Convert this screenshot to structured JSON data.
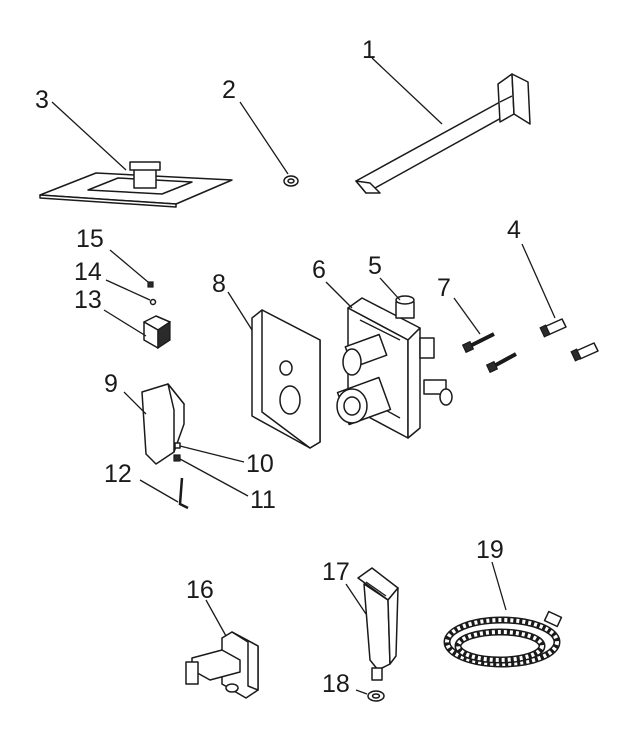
{
  "diagram": {
    "parts": [
      {
        "number": "1",
        "shape": "shower-arm"
      },
      {
        "number": "2",
        "shape": "washer"
      },
      {
        "number": "3",
        "shape": "rain-shower-head"
      },
      {
        "number": "4",
        "shape": "wall-plugs"
      },
      {
        "number": "5",
        "shape": "valve-body"
      },
      {
        "number": "6",
        "shape": "mounting-box"
      },
      {
        "number": "7",
        "shape": "screws"
      },
      {
        "number": "8",
        "shape": "cover-plate"
      },
      {
        "number": "9",
        "shape": "lever-handle"
      },
      {
        "number": "10",
        "shape": "set-screw"
      },
      {
        "number": "11",
        "shape": "grub-screw"
      },
      {
        "number": "12",
        "shape": "allen-key"
      },
      {
        "number": "13",
        "shape": "diverter-knob"
      },
      {
        "number": "14",
        "shape": "small-screw"
      },
      {
        "number": "15",
        "shape": "small-cap"
      },
      {
        "number": "16",
        "shape": "wall-outlet-holder"
      },
      {
        "number": "17",
        "shape": "hand-shower"
      },
      {
        "number": "18",
        "shape": "hand-shower-washer"
      },
      {
        "number": "19",
        "shape": "shower-hose"
      }
    ]
  }
}
